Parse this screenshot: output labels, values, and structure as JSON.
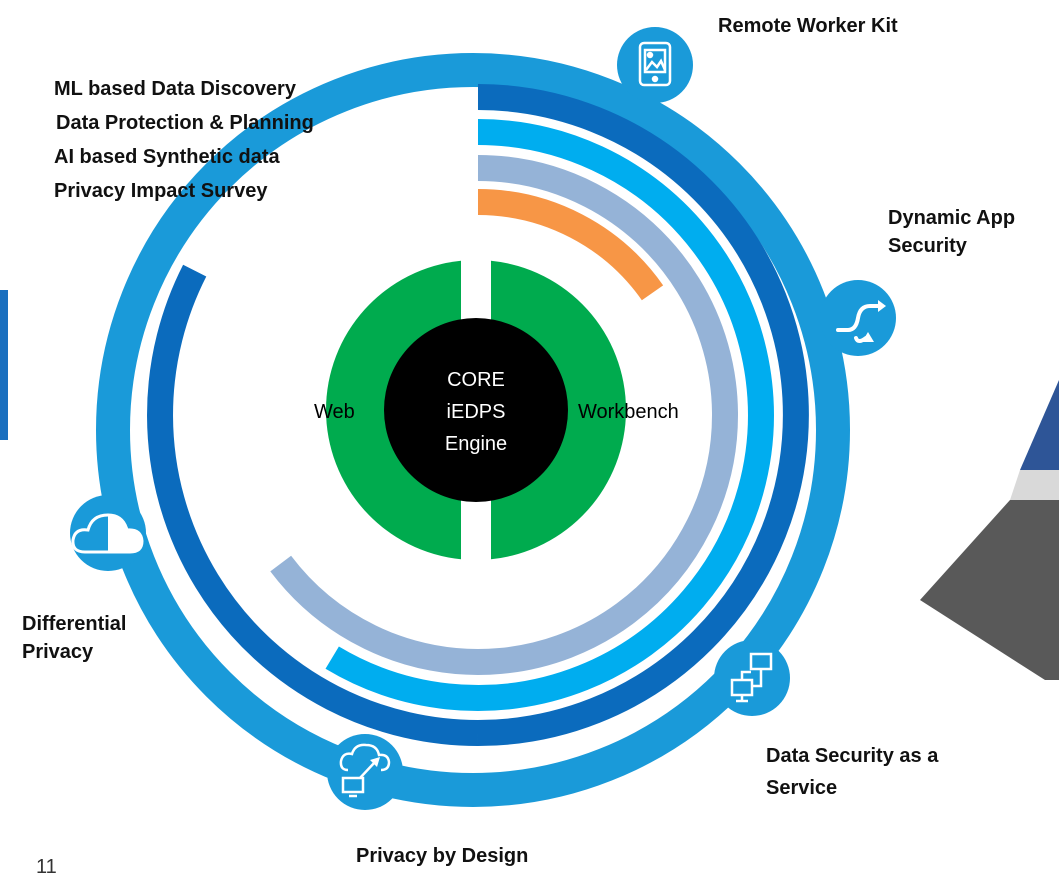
{
  "core": {
    "line1": "CORE",
    "line2": "iEDPS",
    "line3": "Engine"
  },
  "hemispheres": {
    "left": "Web",
    "right": "Workbench"
  },
  "features": [
    "ML based Data Discovery",
    "Data Protection & Planning",
    "AI based Synthetic data",
    "Privacy Impact Survey"
  ],
  "nodes": {
    "remote_worker_kit": "Remote Worker Kit",
    "dynamic_app_security": [
      "Dynamic App",
      "Security"
    ],
    "data_security_service": [
      "Data Security as a",
      "Service"
    ],
    "privacy_by_design": "Privacy by Design",
    "differential_privacy": [
      "Differential",
      "Privacy"
    ]
  },
  "colors": {
    "outer_ring": "#1a9ad9",
    "ring_dark_blue": "#0b6bbd",
    "ring_light_blue": "#00adef",
    "ring_gray_blue": "#95b3d7",
    "ring_orange": "#f79646",
    "hemisphere_green": "#00ab4e",
    "core_black": "#000000",
    "white": "#ffffff"
  },
  "icons": {
    "remote_worker_kit": "tablet-image-icon",
    "dynamic_app_security": "shuffle-arrows-icon",
    "data_security_service": "network-monitors-icon",
    "privacy_by_design": "cloud-upload-monitor-icon",
    "differential_privacy": "cloud-icon"
  },
  "page_number": "11"
}
